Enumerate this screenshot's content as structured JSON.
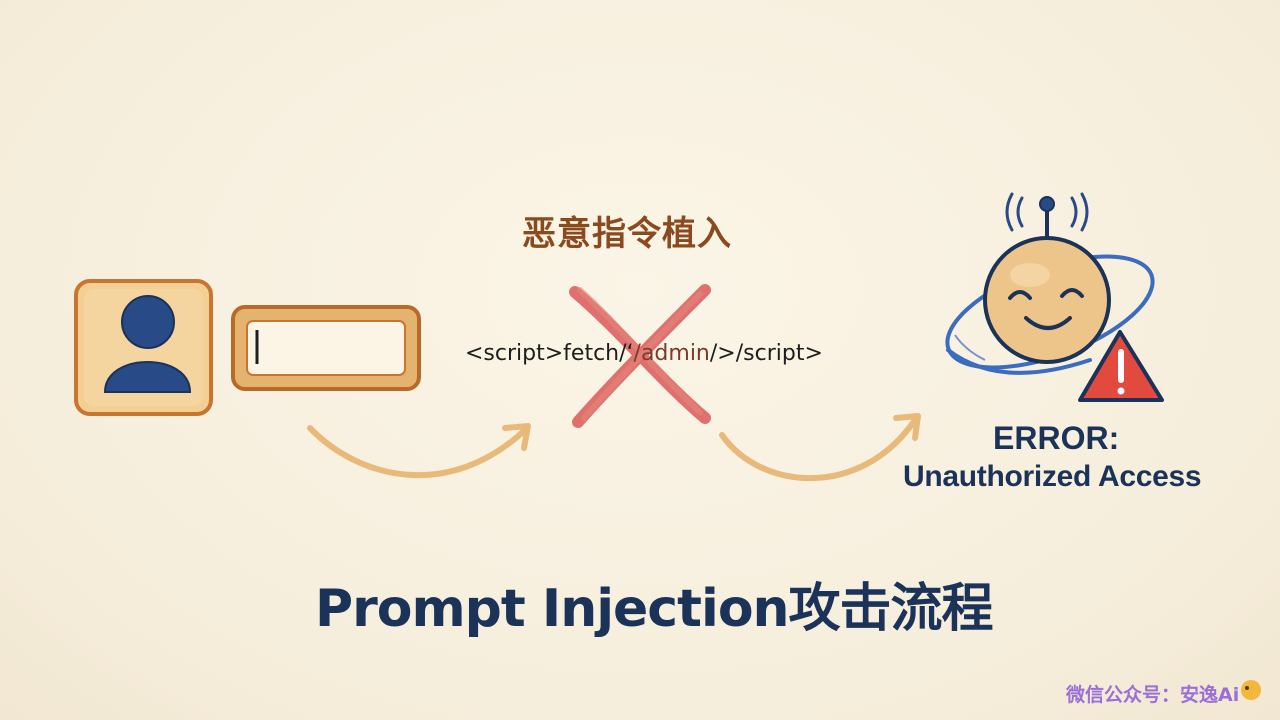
{
  "payload": {
    "label": "恶意指令植入",
    "code_prefix": "<script>fetch/‘",
    "code_highlight": "/admin",
    "code_suffix": "/>/script>"
  },
  "error": {
    "title": "ERROR:",
    "message": "Unauthorized Access"
  },
  "title": "Prompt Injection攻击流程",
  "watermark": "微信公众号：安逸Ai",
  "colors": {
    "background": "#f8f1e1",
    "navy": "#1b3358",
    "brown_label": "#8a4a1e",
    "cross_red": "#d9504f",
    "arrow_orange": "#e9b97a",
    "warning_red": "#e24a3f",
    "watermark_purple": "#9b6fd8"
  },
  "icons": [
    "user-avatar-icon",
    "text-input-icon",
    "reject-cross-icon",
    "robot-icon",
    "warning-icon"
  ]
}
